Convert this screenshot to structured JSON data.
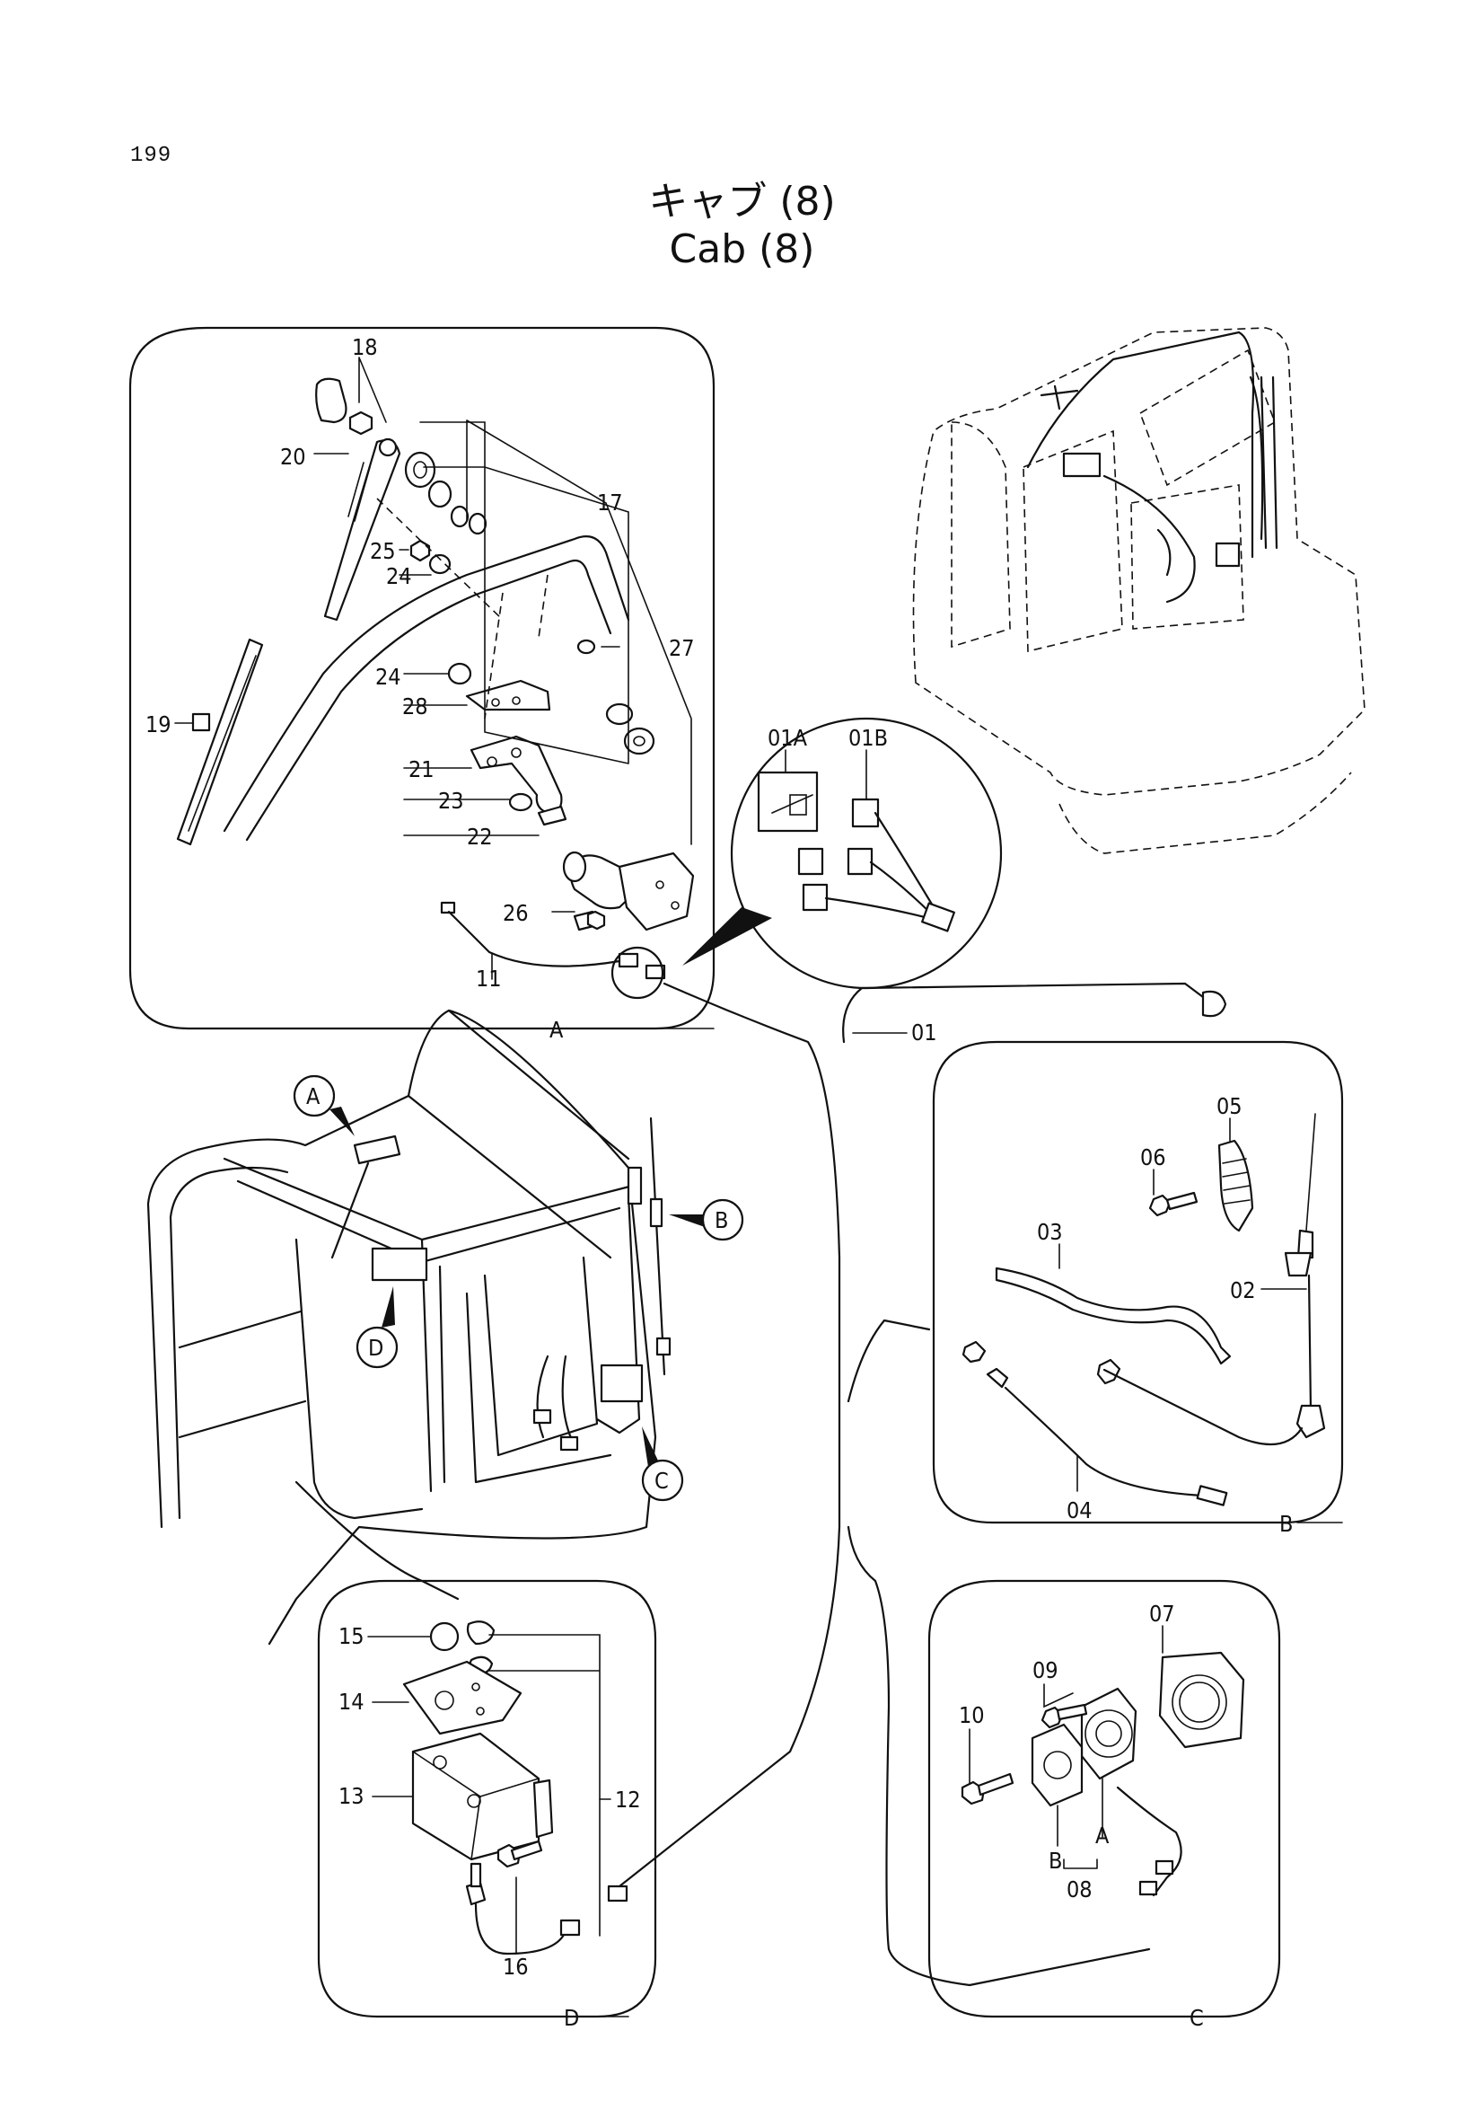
{
  "page": {
    "number": "199",
    "title_jp": "キャブ (8)",
    "title_en": "Cab (8)"
  },
  "callouts": {
    "c01": "01",
    "c01A": "01A",
    "c01B": "01B",
    "c02": "02",
    "c03": "03",
    "c04": "04",
    "c05": "05",
    "c06": "06",
    "c07": "07",
    "c08": "08",
    "c09": "09",
    "c10": "10",
    "c11": "11",
    "c12": "12",
    "c13": "13",
    "c14": "14",
    "c15": "15",
    "c16": "16",
    "c17": "17",
    "c18": "18",
    "c19": "19",
    "c20": "20",
    "c21": "21",
    "c22": "22",
    "c23": "23",
    "c24a": "24",
    "c24b": "24",
    "c25": "25",
    "c26": "26",
    "c27": "27",
    "c28": "28",
    "cA": "A",
    "cB": "B"
  },
  "detail_views": {
    "A": "A",
    "B": "B",
    "C": "C",
    "D": "D"
  },
  "circle_markers": {
    "A": "A",
    "B": "B",
    "C": "C",
    "D": "D"
  }
}
